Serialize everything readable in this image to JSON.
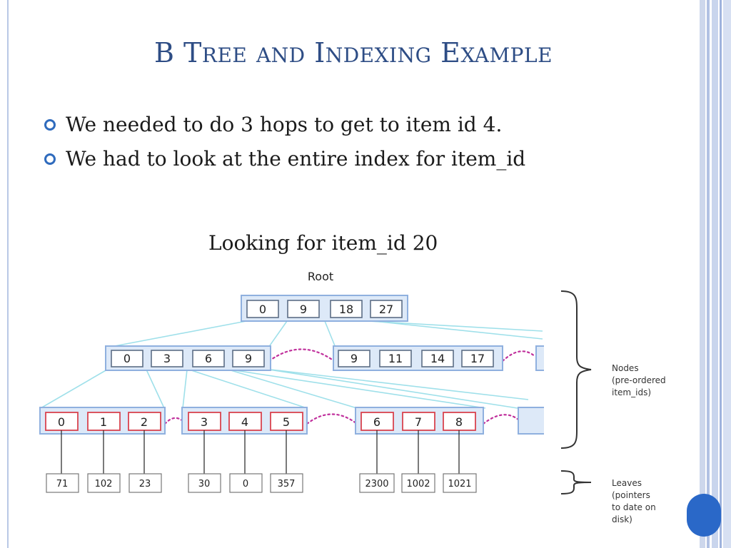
{
  "slide": {
    "title_parts": [
      {
        "cap": "B",
        "rest": ""
      },
      {
        "cap": "T",
        "rest": "REE"
      },
      {
        "cap": "",
        "rest": "AND"
      },
      {
        "cap": "I",
        "rest": "NDEXING"
      },
      {
        "cap": "E",
        "rest": "XAMPLE"
      }
    ],
    "bullets": [
      "We needed to do 3 hops to get to item id 4.",
      "We had to look at the entire index for item_id"
    ],
    "subtitle": "Looking for item_id 20"
  },
  "diagram": {
    "root_label": "Root",
    "root_keys": [
      "0",
      "9",
      "18",
      "27"
    ],
    "level2_nodes": [
      [
        "0",
        "3",
        "6",
        "9"
      ],
      [
        "9",
        "11",
        "14",
        "17"
      ]
    ],
    "leaf_nodes": [
      [
        "0",
        "1",
        "2"
      ],
      [
        "3",
        "4",
        "5"
      ],
      [
        "6",
        "7",
        "8"
      ]
    ],
    "pointers": [
      "71",
      "102",
      "23",
      "30",
      "0",
      "357",
      "2300",
      "1002",
      "1021"
    ],
    "nodes_label": [
      "Nodes",
      "(pre-ordered",
      "item_ids)"
    ],
    "leaves_label": [
      "Leaves",
      "(pointers",
      "to date on",
      "disk)"
    ]
  },
  "colors": {
    "title": "#2e4d85",
    "node_fill": "#dde9f8",
    "node_border": "#8fb0df",
    "leaf_key_border": "#d9434f",
    "link_line": "#9fe0ea",
    "dotted_link": "#c0309c",
    "bullet": "#2f6bbd"
  }
}
